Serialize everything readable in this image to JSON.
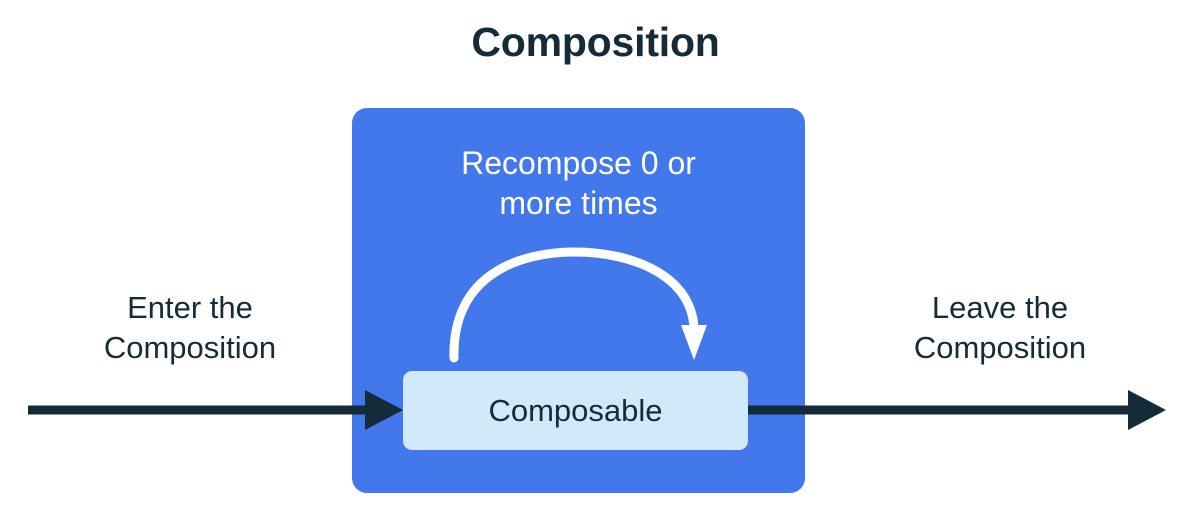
{
  "title": "Composition",
  "diagram": {
    "composition_box": {
      "name": "Composition",
      "color": "#4278ec"
    },
    "recompose_label": "Recompose 0 or\nmore times",
    "recompose_label_line1": "Recompose 0 or",
    "recompose_label_line2": "more times",
    "composable_box": {
      "label": "Composable",
      "color": "#d2e8fb",
      "text_color": "#152b38"
    },
    "enter_label_line1": "Enter the",
    "enter_label_line2": "Composition",
    "leave_label_line1": "Leave the",
    "leave_label_line2": "Composition",
    "arrows": {
      "enter_arrow": "enter-arrow",
      "leave_arrow": "leave-arrow",
      "recompose_arrow": "recompose-loop-arrow"
    }
  },
  "colors": {
    "background": "#ffffff",
    "accent_blue": "#4278ec",
    "light_blue": "#d2e8fb",
    "ink": "#152b38",
    "white": "#ffffff"
  }
}
